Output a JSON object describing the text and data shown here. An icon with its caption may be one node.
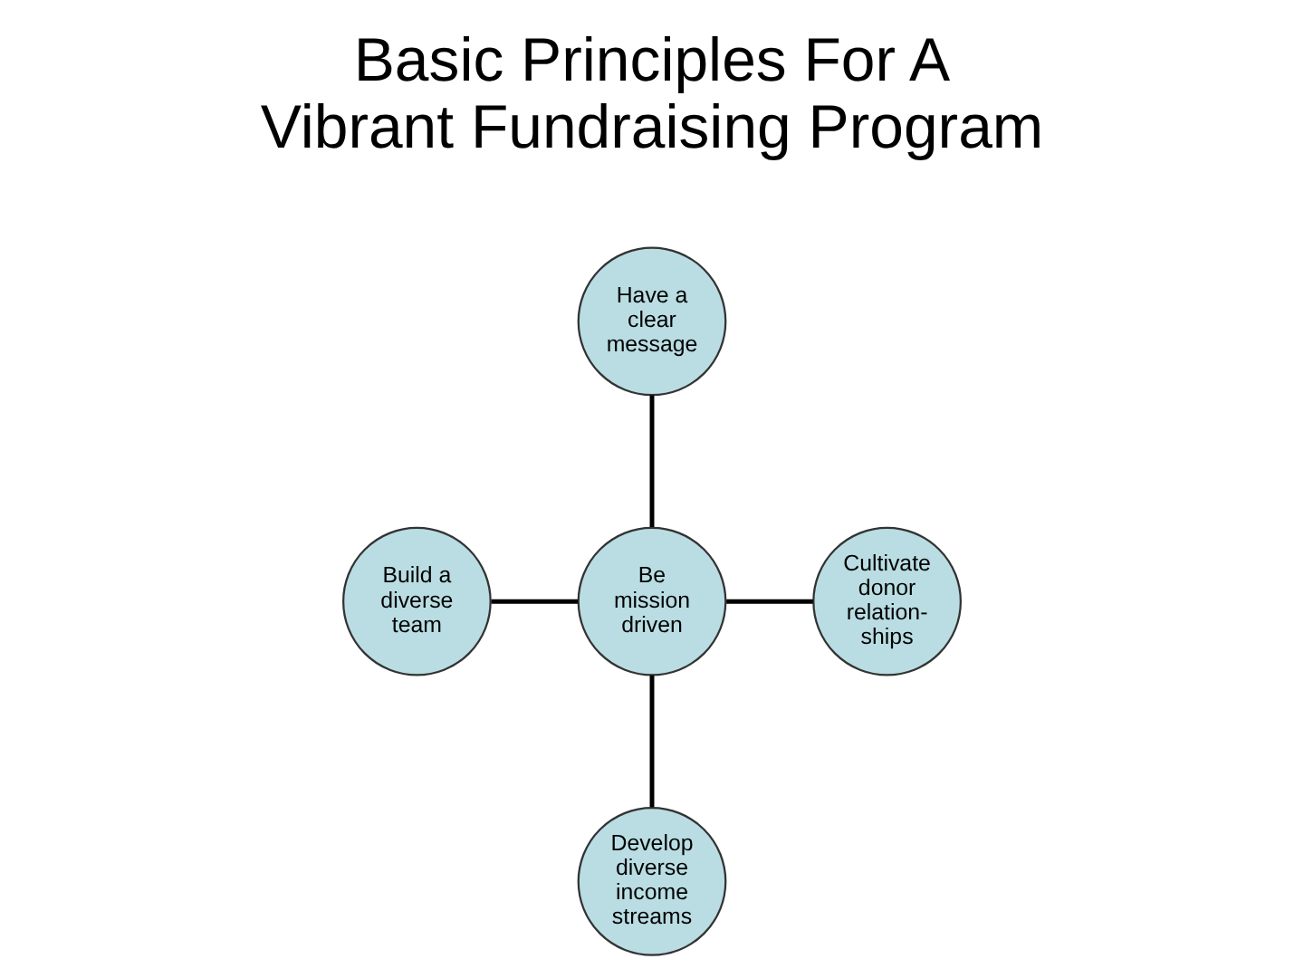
{
  "diagram": {
    "title": "Basic Principles For A Vibrant Fundraising Program",
    "nodes": [
      {
        "text": [
          "Have a clear message"
        ]
      },
      {
        "text": [
          "Build a diverse team"
        ]
      },
      {
        "text": [
          "Be mission driven"
        ]
      },
      {
        "text": [
          "Cultivate donor relation- ships"
        ]
      },
      {
        "text": [
          "Develop diverse income streams"
        ]
      }
    ],
    "edges": [
      {
        "from": 0,
        "to": 2,
        "arrow": "none"
      },
      {
        "from": 1,
        "to": 2,
        "arrow": "none"
      },
      {
        "from": 2,
        "to": 3,
        "arrow": "none"
      },
      {
        "from": 2,
        "to": 4,
        "arrow": "none"
      }
    ]
  }
}
